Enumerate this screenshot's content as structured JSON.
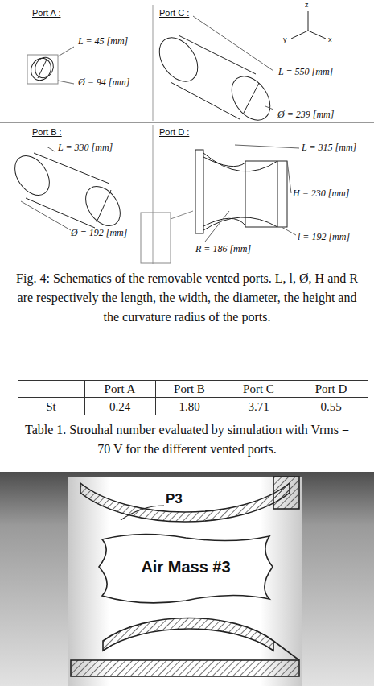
{
  "diagram": {
    "caption": "Fig. 4: Schematics of the removable vented ports. L, l, Ø, H and R are respectively the length, the width, the diameter, the height and the curvature radius of the ports.",
    "nodes": [
      {
        "text": [
          "Air Mass #3"
        ]
      }
    ],
    "labels": [
      "Port A :",
      "L = 45 [mm]",
      "Ø = 94 [mm]",
      "Port C :",
      "z",
      "y",
      "x",
      "L = 550 [mm]",
      "Ø = 239 [mm]",
      "Port B :",
      "L = 330 [mm]",
      "Ø = 192 [mm]",
      "Port D :",
      "L = 315 [mm]",
      "H = 230 [mm]",
      "l = 192 [mm]",
      "R = 186 [mm]",
      "Port A",
      "Port B",
      "Port C",
      "Port D",
      "St",
      "0.24",
      "1.80",
      "3.71",
      "0.55",
      "Table 1. Strouhal number evaluated by simulation with Vrms = 70 V for the different vented ports.",
      "P3"
    ]
  }
}
